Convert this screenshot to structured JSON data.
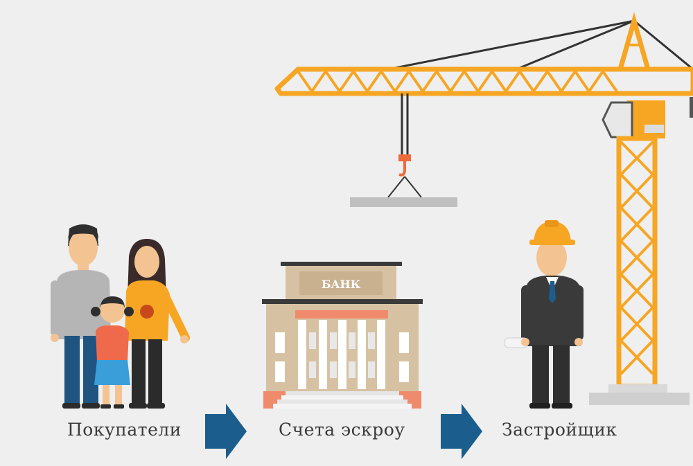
{
  "colors": {
    "background": "#efefef",
    "crane": "#f6a623",
    "arrow": "#1b5e8d",
    "bank_wall": "#d6c2a3",
    "bank_accent": "#ef8a6c",
    "suit": "#3a3a3a",
    "hard_hat": "#f6a623"
  },
  "bank": {
    "sign": "БАНК"
  },
  "steps": [
    {
      "label": "Покупатели",
      "icon": "family-icon"
    },
    {
      "label": "Счета эскроу",
      "icon": "bank-icon"
    },
    {
      "label": "Застройщик",
      "icon": "builder-icon"
    }
  ]
}
